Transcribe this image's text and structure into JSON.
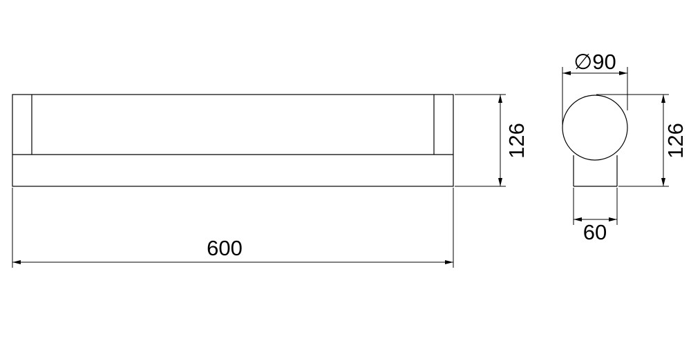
{
  "dimensions": {
    "front_length": "600",
    "front_height": "126",
    "side_diameter": "∅90",
    "side_height": "126",
    "side_base_width": "60"
  }
}
